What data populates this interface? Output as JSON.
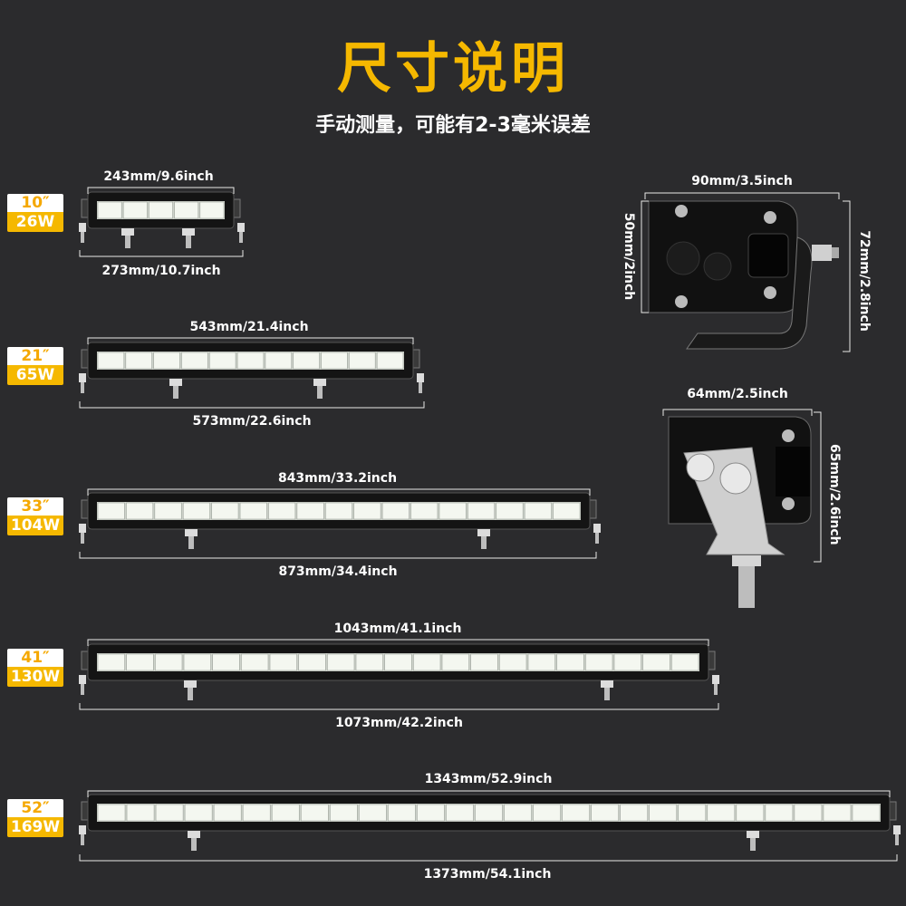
{
  "header": {
    "title": "尺寸说明",
    "subtitle": "手动测量，可能有2-3毫米误差"
  },
  "colors": {
    "accent": "#f5b800",
    "background": "#2b2b2d",
    "text": "#ffffff"
  },
  "bars": [
    {
      "size": "10″",
      "power": "26W",
      "inner_dim": "243mm/9.6inch",
      "outer_dim": "273mm/10.7inch"
    },
    {
      "size": "21″",
      "power": "65W",
      "inner_dim": "543mm/21.4inch",
      "outer_dim": "573mm/22.6inch"
    },
    {
      "size": "33″",
      "power": "104W",
      "inner_dim": "843mm/33.2inch",
      "outer_dim": "873mm/34.4inch"
    },
    {
      "size": "41″",
      "power": "130W",
      "inner_dim": "1043mm/41.1inch",
      "outer_dim": "1073mm/42.2inch"
    },
    {
      "size": "52″",
      "power": "169W",
      "inner_dim": "1343mm/52.9inch",
      "outer_dim": "1373mm/54.1inch"
    }
  ],
  "side_view": {
    "width_dim": "90mm/3.5inch",
    "height_dim": "50mm/2inch",
    "total_height_dim": "72mm/2.8inch"
  },
  "end_view": {
    "width_dim": "64mm/2.5inch",
    "height_dim": "65mm/2.6inch"
  }
}
